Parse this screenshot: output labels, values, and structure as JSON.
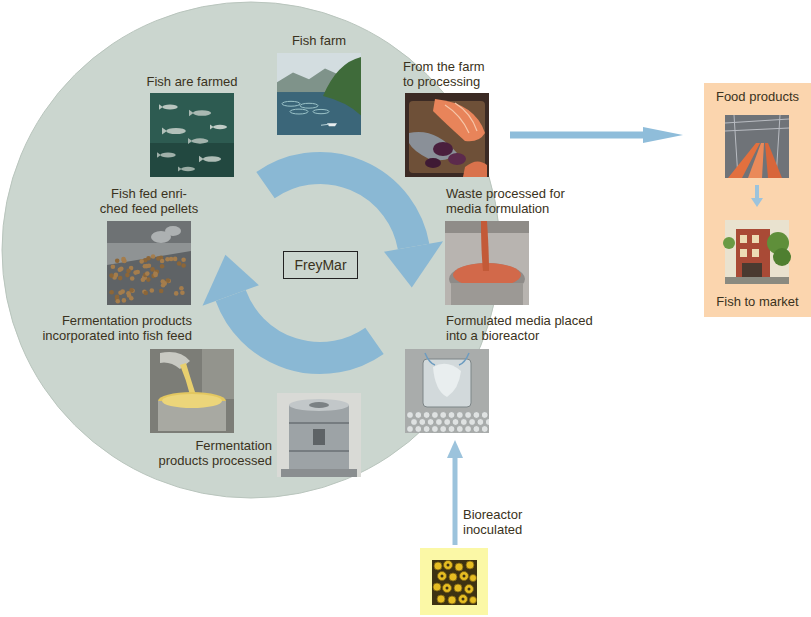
{
  "diagram": {
    "nodes": [
      {
        "text": [
          "Fish farm"
        ]
      },
      {
        "text": [
          "From the farm to processing"
        ]
      },
      {
        "text": [
          "Waste processed for media formulation"
        ]
      },
      {
        "text": [
          "Formulated media placed into a bioreactor"
        ]
      },
      {
        "text": [
          "Fermentation products processed"
        ]
      },
      {
        "text": [
          "Fermentation products incorporated into fish feed"
        ]
      },
      {
        "text": [
          "Fish fed enri- ched feed pellets"
        ]
      },
      {
        "text": [
          "Fish are farmed"
        ]
      },
      {
        "text": [
          "FreyMar"
        ]
      },
      {
        "text": [
          "Food products",
          "Fish to market"
        ]
      }
    ],
    "edges": [
      {
        "from": 1,
        "to": 9,
        "arrow": "to"
      }
    ],
    "labels": [
      "Bioreactor inoculated"
    ]
  }
}
